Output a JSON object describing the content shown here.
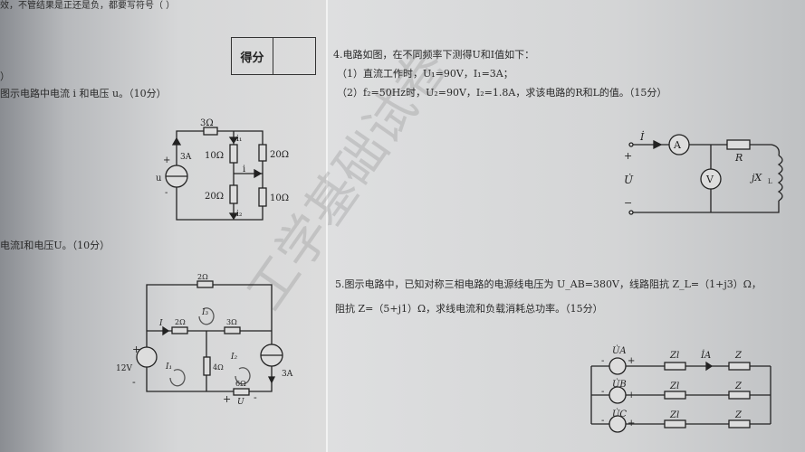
{
  "left_page": {
    "top_line": "效，不管结果是正还是负，都要写符号（        ）",
    "score_label": "得分",
    "score_value": "",
    "paren": "）",
    "q3_text": "图示电路中电流 i 和电压 u。（10分）",
    "q3_circuit": {
      "r_top": "3Ω",
      "r_mid_top": "10Ω",
      "r_right_top": "20Ω",
      "r_mid_bottom": "20Ω",
      "r_right_bottom": "10Ω",
      "source": "3A",
      "u": "u",
      "i": "i",
      "i1": "i₁",
      "i2": "i₂",
      "plus": "+",
      "minus": "-"
    },
    "q_next_text": "电流I和电压U。（10分）",
    "q_next_circuit": {
      "r_top": "2Ω",
      "r_mid_left": "2Ω",
      "r_mid_right": "3Ω",
      "r_vert": "4Ω",
      "r_bottom": "6Ω",
      "vsource": "12V",
      "isource": "3A",
      "I": "I",
      "I1": "I₁",
      "I2": "I₂",
      "I3": "I₃",
      "U": "U",
      "plus": "+",
      "minus": "-"
    }
  },
  "watermark": "工学基础试卷",
  "right_page": {
    "q4_title": "4.电路如图，在不同频率下测得U和I值如下：",
    "q4_line1": "（1）直流工作时，U₁=90V，I₁=3A；",
    "q4_line2": "（2）f₂=50Hz时，U₂=90V，I₂=1.8A，求该电路的R和L的值。（15分）",
    "q4_circuit": {
      "I": "İ",
      "U": "U̇",
      "A": "A",
      "V": "V",
      "R": "R",
      "XL": "jX",
      "XL_sub": "L",
      "plus": "+",
      "minus": "−"
    },
    "q5_line1": "5.图示电路中，已知对称三相电路的电源线电压为 U_AB=380V，线路阻抗 Z_L=（1+j3）Ω，",
    "q5_line2": "阻抗 Z=（5+j1）Ω，求线电流和负载消耗总功率。（15分）",
    "q5_circuit": {
      "UA": "U̇A",
      "UB": "U̇B",
      "UC": "U̇C",
      "Zl": "Zl",
      "Z": "Z",
      "IA": "İA",
      "plus": "+",
      "minus": "-"
    }
  }
}
